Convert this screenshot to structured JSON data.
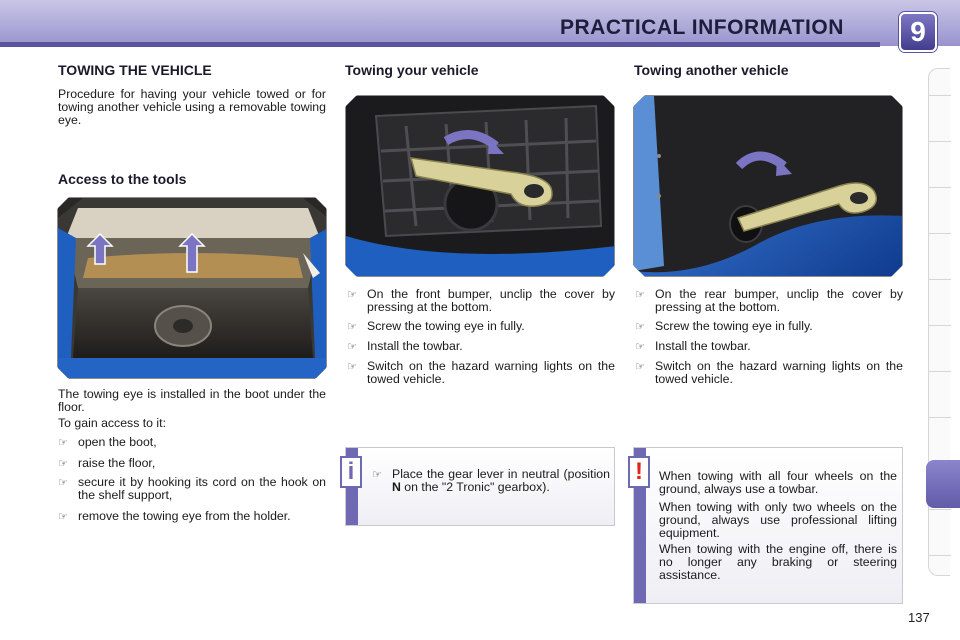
{
  "header": {
    "title": "PRACTICAL INFORMATION",
    "chapter": "9"
  },
  "col1": {
    "heading": "TOWING THE VEHICLE",
    "intro": "Procedure for having your vehicle towed or for towing another vehicle using a removable towing eye.",
    "subheading": "Access to the tools",
    "text1": "The towing eye is installed in the boot under the floor.",
    "text2": "To gain access to it:",
    "bullets": [
      "open the boot,",
      "raise the floor,",
      "secure it by hooking its cord on the hook on the shelf support,",
      "remove the towing eye from the holder."
    ]
  },
  "col2": {
    "heading": "Towing your vehicle",
    "bullets": [
      "On the front bumper, unclip the cover by pressing at the bottom.",
      "Screw the towing eye in fully.",
      "Install the towbar.",
      "Switch on the hazard warning lights on the towed vehicle."
    ],
    "info_icon": "i",
    "info_text_1": "Place the gear lever in neutral (position ",
    "info_text_bold": "N",
    "info_text_2": " on the \"2 Tronic\" gearbox)."
  },
  "col3": {
    "heading": "Towing another vehicle",
    "bullets": [
      "On the rear bumper, unclip the cover by pressing at the bottom.",
      "Screw the towing eye in fully.",
      "Install the towbar.",
      "Switch on the hazard warning lights on the towed vehicle."
    ],
    "warning_icon": "!",
    "warning_paragraphs": [
      "When towing with all four wheels on the ground, always use a towbar.",
      "When towing with only two wheels on the ground, always use professional lifting equipment.",
      "When towing with the engine off, there is no longer any braking or steering assistance."
    ]
  },
  "bullet_mark": "☞",
  "page_number": "137",
  "colors": {
    "accent": "#6f69b3",
    "warning": "#e0241b",
    "car_blue": "#1f5fbf"
  }
}
